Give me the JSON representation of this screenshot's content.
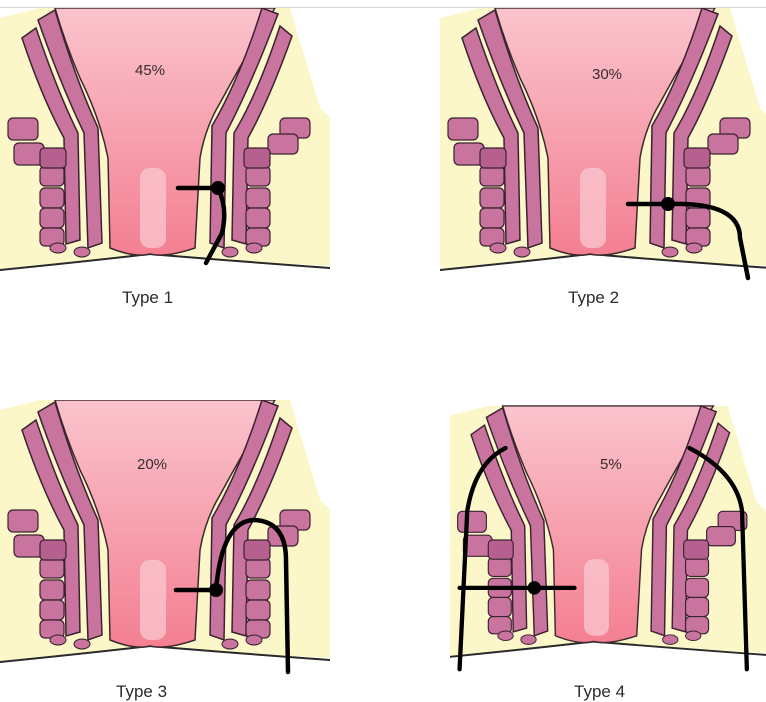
{
  "panels": [
    {
      "percent": "45%",
      "caption": "Type 1"
    },
    {
      "percent": "30%",
      "caption": "Type 2"
    },
    {
      "percent": "20%",
      "caption": "Type 3"
    },
    {
      "percent": "5%",
      "caption": "Type 4"
    }
  ],
  "colors": {
    "background_tissue": "#fbf7c9",
    "canal": "#f47f92",
    "canal_light": "#fac4cd",
    "muscle": "#c9739f",
    "muscle_outline": "#3b2230",
    "fistula_tract": "#000000"
  }
}
